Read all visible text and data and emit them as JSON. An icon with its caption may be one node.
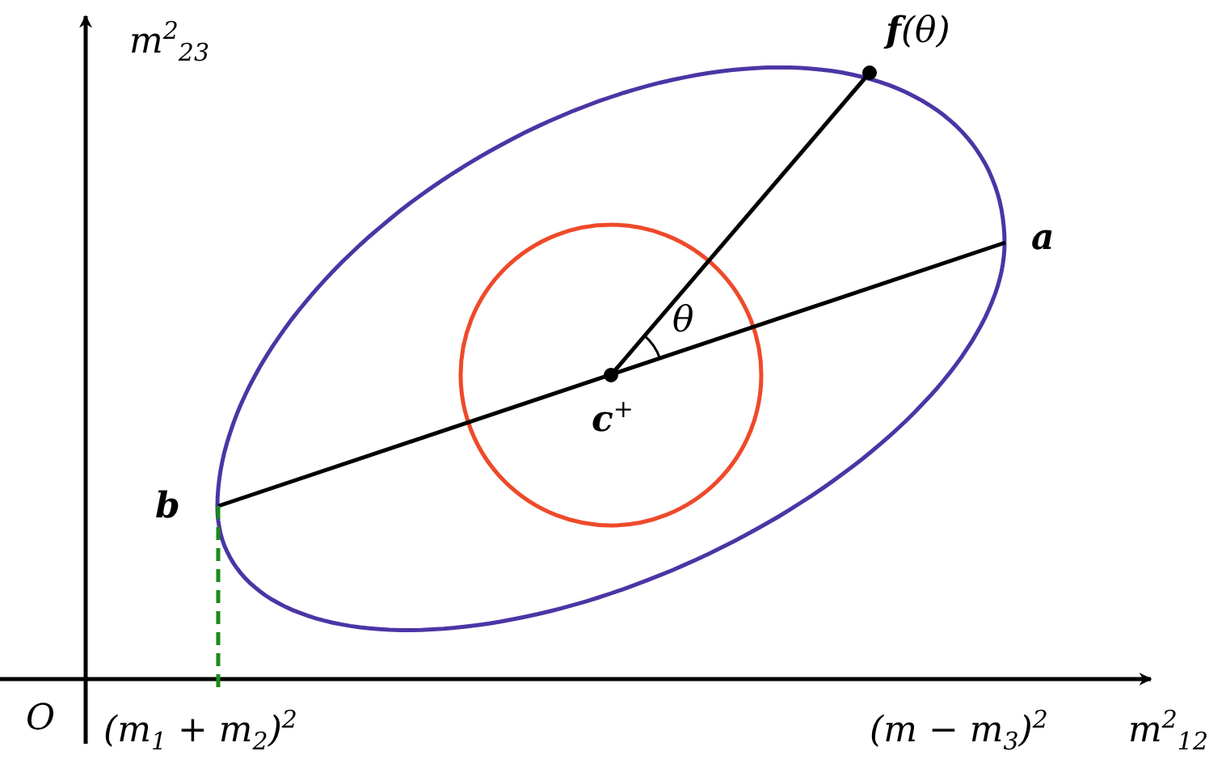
{
  "diagram": {
    "nodes": [
      {
        "text": [
          "**f**(θ)"
        ]
      },
      {
        "text": [
          "a"
        ]
      },
      {
        "text": [
          "**c**$^{+}$"
        ]
      },
      {
        "text": [
          "b"
        ]
      },
      {
        "text": [
          "(m$_{1}$ + m$_{2}$)$^{2}$"
        ]
      }
    ],
    "edges": [
      {
        "from": 3,
        "to": 1,
        "arrow": "none"
      },
      {
        "from": 2,
        "to": 0,
        "arrow": "other"
      },
      {
        "from": 3,
        "to": 4,
        "arrow": "none",
        "style": "dashed",
        "color": "#1a8a1a"
      }
    ],
    "labels": [
      "m$^{2}$$_{23}$",
      "θ",
      "O",
      "(m − m$_{3}$)$^{2}$",
      "m$^{2}$$_{12}$"
    ]
  }
}
